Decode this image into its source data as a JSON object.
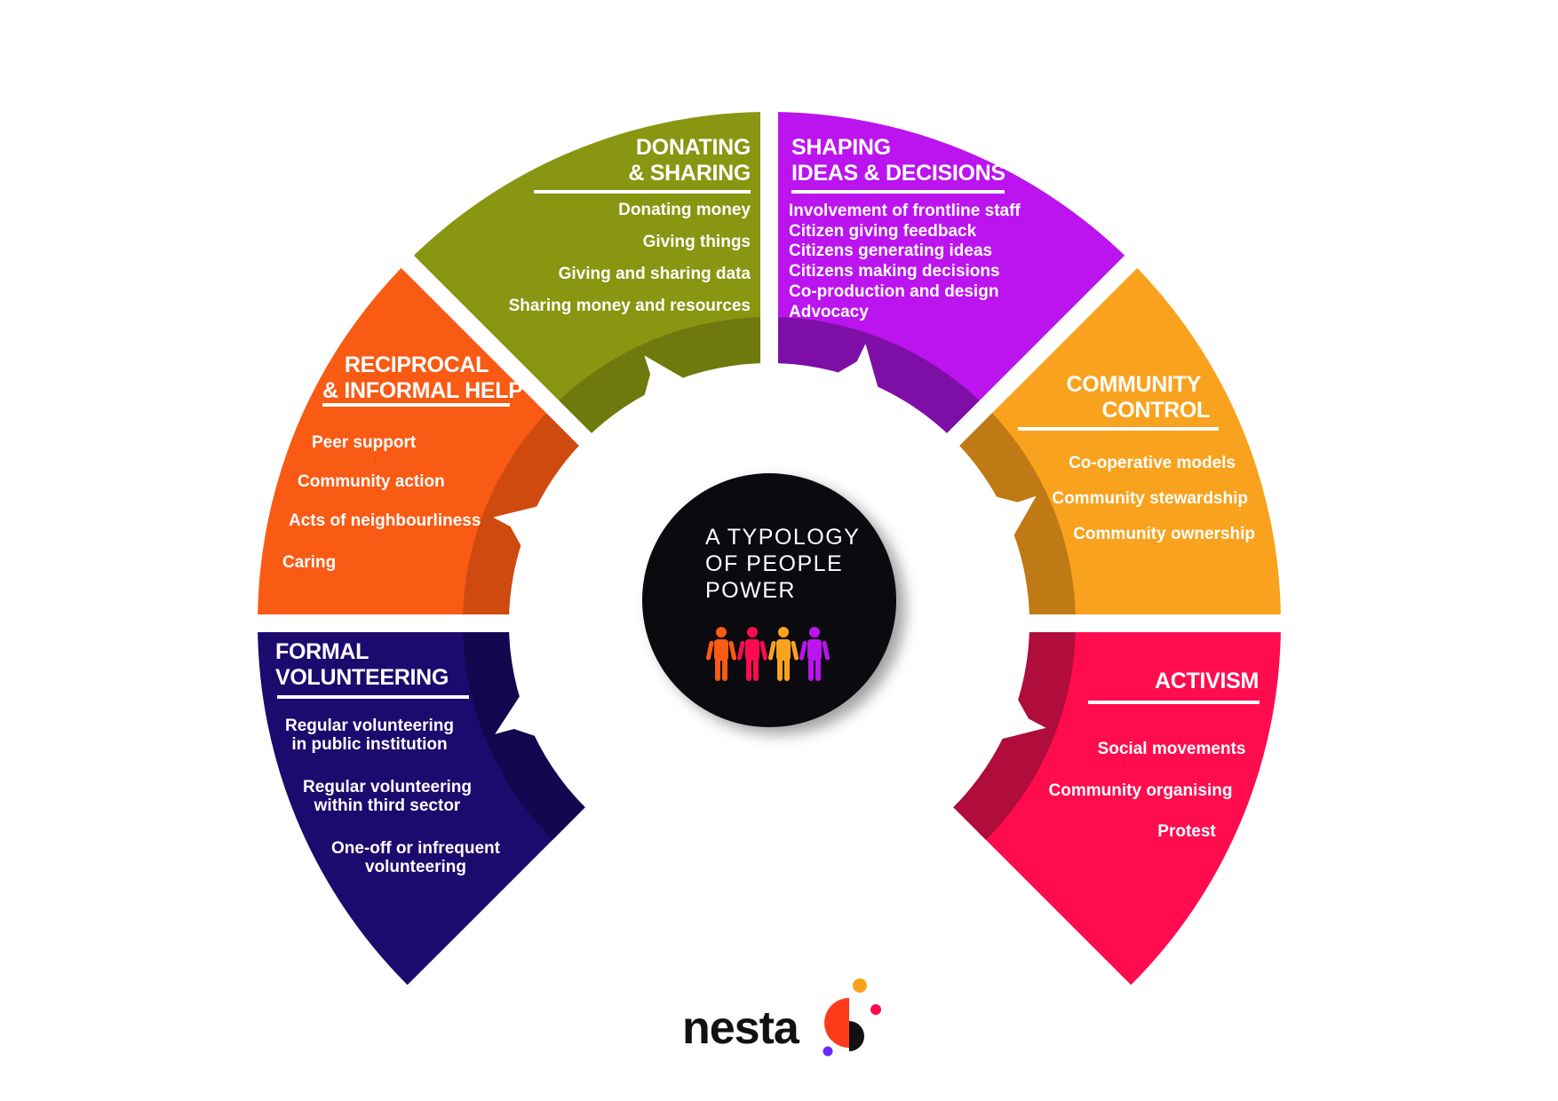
{
  "center": {
    "title_lines": [
      "A TYPOLOGY",
      "OF PEOPLE",
      "POWER"
    ],
    "people_colors": [
      "#f95a14",
      "#ff0c4f",
      "#f9a21e",
      "#bb14ee"
    ]
  },
  "segments": [
    {
      "id": "formal",
      "title_lines": [
        "FORMAL",
        "VOLUNTEERING"
      ],
      "color": "#1c0a6e",
      "dark": "#140750",
      "items": [
        "Regular volunteering",
        "in public institution",
        "Regular volunteering",
        "within third sector",
        "One-off or infrequent",
        "volunteering"
      ]
    },
    {
      "id": "reciprocal",
      "title_lines": [
        "RECIPROCAL",
        "& INFORMAL HELP"
      ],
      "color": "#f95a14",
      "dark": "#cf4a0f",
      "items": [
        "Peer support",
        "Community action",
        "Acts of neighbourliness",
        "Caring"
      ]
    },
    {
      "id": "donating",
      "title_lines": [
        "DONATING",
        "& SHARING"
      ],
      "color": "#889611",
      "dark": "#6e7a0d",
      "items": [
        "Donating money",
        "Giving things",
        "Giving and sharing data",
        "Sharing money and resources"
      ]
    },
    {
      "id": "shaping",
      "title_lines": [
        "SHAPING",
        "IDEAS & DECISIONS"
      ],
      "color": "#bb14ee",
      "dark": "#7e0fa6",
      "items": [
        "Involvement of frontline staff",
        "Citizen giving feedback",
        "Citizens generating ideas",
        "Citizens making decisions",
        "Co-production and design",
        "Advocacy"
      ]
    },
    {
      "id": "community",
      "title_lines": [
        "COMMUNITY",
        "CONTROL"
      ],
      "color": "#f9a21e",
      "dark": "#c07a15",
      "items": [
        "Co-operative models",
        "Community stewardship",
        "Community ownership"
      ]
    },
    {
      "id": "activism",
      "title_lines": [
        "ACTIVISM"
      ],
      "color": "#ff0c4f",
      "dark": "#b00c3c",
      "items": [
        "Social movements",
        "Community organising",
        "Protest"
      ]
    }
  ],
  "logo": {
    "text": "nesta",
    "colors": [
      "#f9a21e",
      "#ff0c4f",
      "#ff3b1a",
      "#111111",
      "#6a2bff"
    ]
  }
}
